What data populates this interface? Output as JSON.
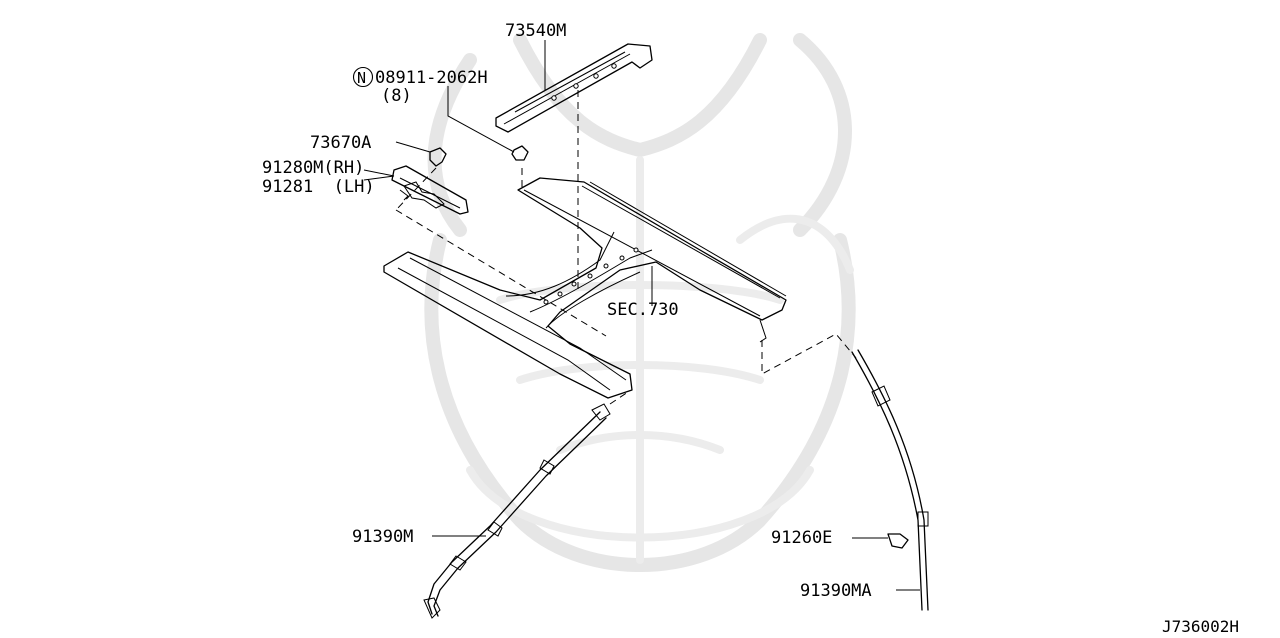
{
  "callouts": {
    "c73540m": "73540M",
    "c08911": "08911-2062H",
    "c08911_prefix": "N",
    "c08911_qty": "(8)",
    "c73670a": "73670A",
    "c91280m": "91280M(RH)",
    "c91281": "91281  (LH)",
    "sec730": "SEC.730",
    "c91390m": "91390M",
    "c91260e": "91260E",
    "c91390ma": "91390MA"
  },
  "diagram_code": "J736002H"
}
